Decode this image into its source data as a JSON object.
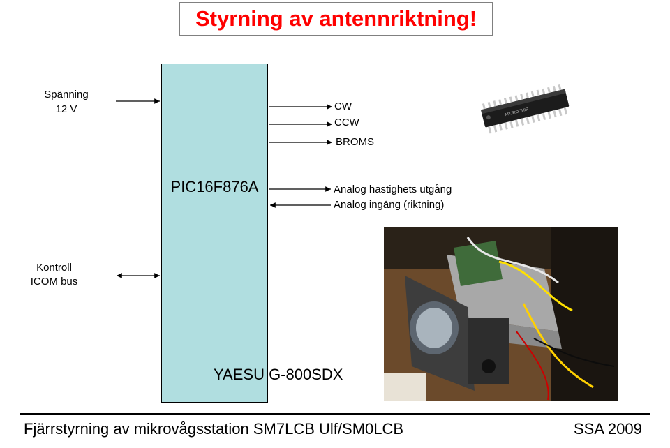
{
  "title": "Styrning av antennriktning!",
  "mcu_label": "PIC16F876A",
  "inputs": {
    "voltage_line1": "Spänning",
    "voltage_line2": "12 V",
    "control_line1": "Kontroll",
    "control_line2": "ICOM bus"
  },
  "outputs": {
    "cw": "CW",
    "ccw": "CCW",
    "brake": "BROMS",
    "analog_speed_out": "Analog hastighets utgång",
    "analog_direction_in": "Analog ingång (riktning)"
  },
  "rotator_label": "YAESU G-800SDX",
  "footer": {
    "left": "Fjärrstyrning av mikrovågsstation SM7LCB  Ulf/SM0LCB",
    "right": "SSA 2009"
  },
  "colors": {
    "title": "#ff0000",
    "mcu_block": "#b0dee0"
  }
}
